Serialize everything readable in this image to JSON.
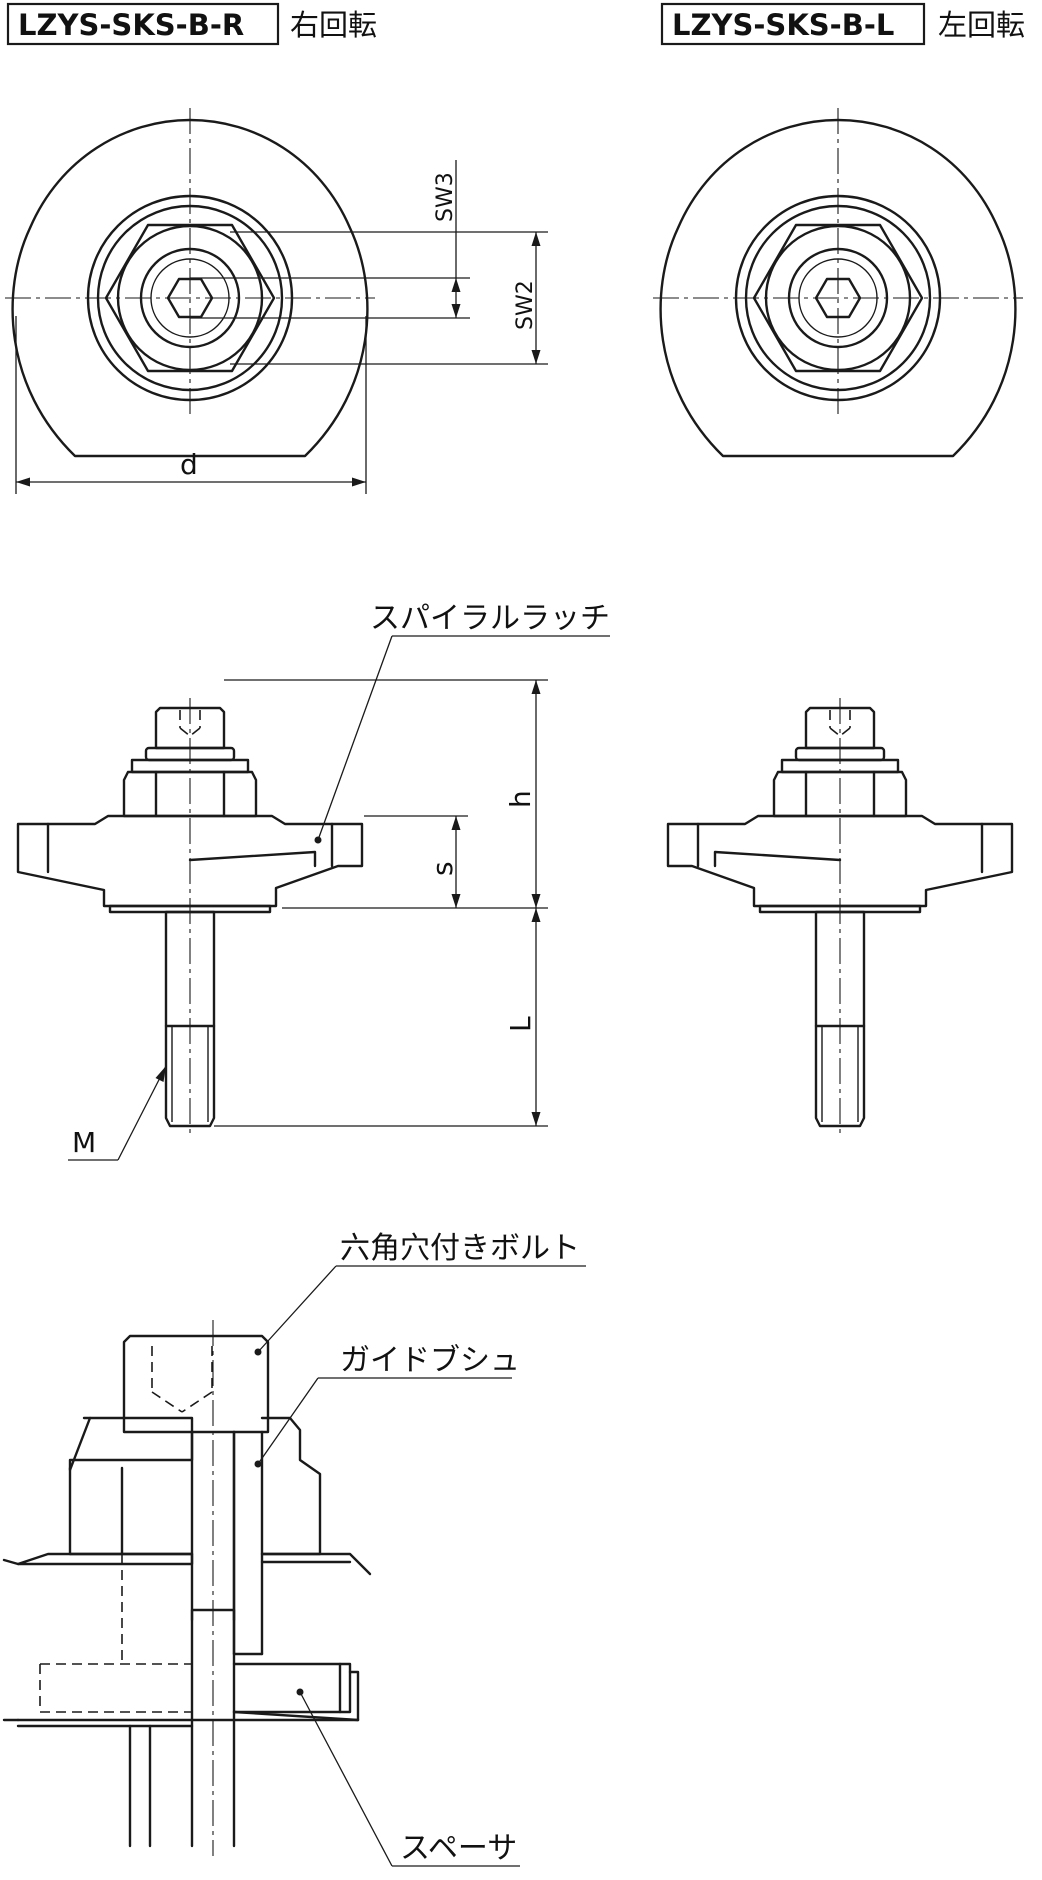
{
  "views": {
    "right": {
      "model": "LZYS-SKS-B-R",
      "rotation": "右回転"
    },
    "left": {
      "model": "LZYS-SKS-B-L",
      "rotation": "左回転"
    }
  },
  "dimensions": {
    "d": "d",
    "sw3": "SW3",
    "sw2": "SW2",
    "h": "h",
    "s": "s",
    "L": "L",
    "M": "M"
  },
  "parts": {
    "spiral_latch": "スパイラルラッチ",
    "hex_socket_bolt": "六角穴付きボルト",
    "guide_bush": "ガイドブシュ",
    "spacer": "スペーサ"
  }
}
